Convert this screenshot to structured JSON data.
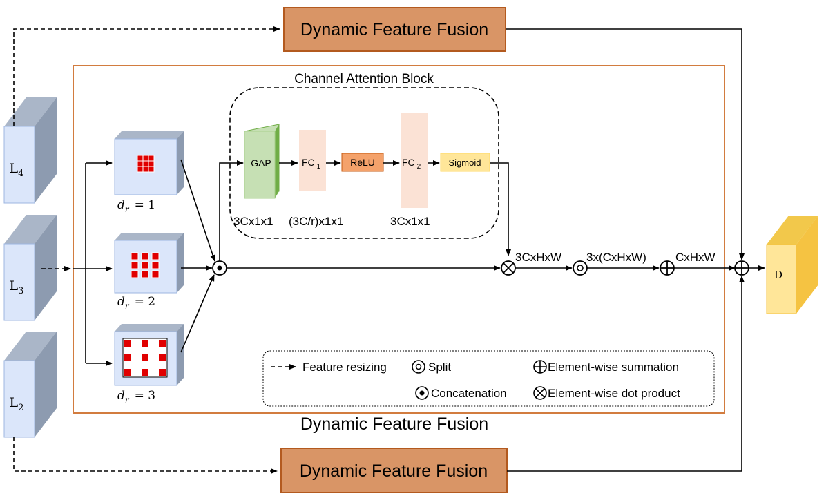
{
  "colors": {
    "dff_box_fill": "#d99566",
    "dff_box_stroke": "#b35a1f",
    "outer_frame_stroke": "#d27c3f",
    "cube_front": "#dbe6fa",
    "cube_top": "#aab6c8",
    "cube_side": "#8d9bb0",
    "cube_stroke": "#9db6e0",
    "kernel_red": "#e00000",
    "gap_fill": "#c6e0b4",
    "gap_stroke": "#70ad47",
    "fc_fill": "#fbe2d5",
    "relu_fill": "#f4a26b",
    "relu_stroke": "#c55a11",
    "sigmoid_fill": "#ffe699",
    "output_front": "#ffe699",
    "output_top": "#f2c84b",
    "output_stroke": "#f5c342"
  },
  "fusion_top": {
    "label": "Dynamic Feature Fusion"
  },
  "fusion_bottom": {
    "label": "Dynamic Feature Fusion"
  },
  "fusion_main": {
    "label": "Dynamic Feature Fusion"
  },
  "channel_attention": {
    "title": "Channel Attention Block",
    "gap": "GAP",
    "fc1": {
      "main": "FC",
      "sub": "1"
    },
    "relu": "ReLU",
    "fc2": {
      "main": "FC",
      "sub": "2"
    },
    "sigmoid": "Sigmoid",
    "dims": [
      "3Cx1x1",
      "(3C/r)x1x1",
      "3Cx1x1"
    ]
  },
  "inputs": {
    "l4": {
      "main": "L",
      "sub": "4"
    },
    "l3": {
      "main": "L",
      "sub": "3"
    },
    "l2": {
      "main": "L",
      "sub": "2"
    }
  },
  "dilation": [
    {
      "label": "d",
      "sub": "r",
      "value": "= 1"
    },
    {
      "label": "d",
      "sub": "r",
      "value": "= 2"
    },
    {
      "label": "d",
      "sub": "r",
      "value": "= 3"
    }
  ],
  "flow": {
    "after_dot": "3CxHxW",
    "after_split": "3x(CxHxW)",
    "after_sum": "CxHxW"
  },
  "output": {
    "label": "D"
  },
  "legend": {
    "feature_resizing": "Feature resizing",
    "split": "Split",
    "summation": "Element-wise summation",
    "concatenation": "Concatenation",
    "dot_product": "Element-wise dot product"
  }
}
